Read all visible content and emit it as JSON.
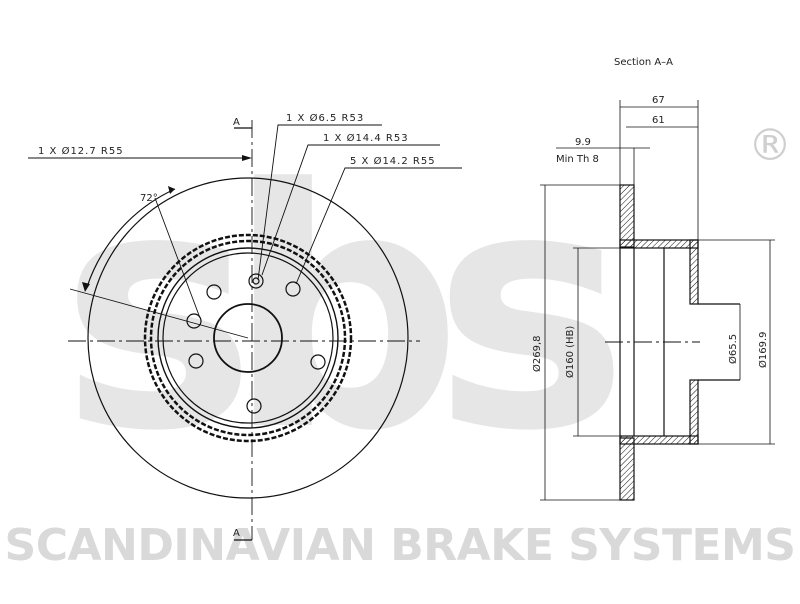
{
  "watermark": {
    "logo_text": "sbs",
    "registered_mark": "®",
    "company": "SCANDINAVIAN BRAKE SYSTEMS",
    "logo_color": "#e3e3e3"
  },
  "front_view": {
    "section_marker": "A",
    "angle_label": "72°",
    "callouts": {
      "hole_12_7": "1 X Ø12.7 R55",
      "hole_6_5": "1 X Ø6.5 R53",
      "hole_14_4": "1 X Ø14.4 R53",
      "bolt_holes": "5 X Ø14.2 R55"
    }
  },
  "section_view": {
    "title": "Section A–A",
    "width_total": "67",
    "width_inner": "61",
    "thickness": "9.9",
    "min_thickness": "Min Th 8",
    "outer_diameter": "Ø269,8",
    "hat_diameter": "Ø160 (HB)",
    "center_bore": "Ø65.5",
    "hat_outer": "Ø169.9"
  }
}
